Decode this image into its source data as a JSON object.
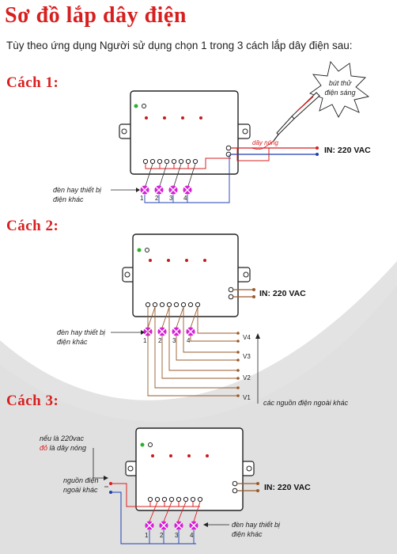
{
  "title": "Sơ đồ lắp dây điện",
  "subtitle": "Tùy theo ứng dụng Người sử dụng chọn 1 trong 3 cách lắp dây điện sau:",
  "method1": {
    "heading": "Cách 1:",
    "tester_label_1": "bút thử",
    "tester_label_2": "điện sáng",
    "live_wire_label": "dây nóng",
    "input_label": "IN: 220 VAC",
    "device_label_1": "đèn hay thiết bị",
    "device_label_2": "điện khác",
    "terminals": [
      "1",
      "2",
      "3",
      "4"
    ]
  },
  "method2": {
    "heading": "Cách 2:",
    "input_label": "IN: 220 VAC",
    "device_label_1": "đèn hay thiết bị",
    "device_label_2": "điện khác",
    "terminals": [
      "1",
      "2",
      "3",
      "4"
    ],
    "voltages": [
      "V4",
      "V3",
      "V2",
      "V1"
    ],
    "external_sources_label": "các nguồn điện ngoài khác"
  },
  "method3": {
    "heading": "Cách 3:",
    "note_1": "nếu là 220vac",
    "note_2_red": "đỏ",
    "note_2_rest": " là dây nóng",
    "external_label_1": "nguồn điện",
    "external_label_2": "ngoài khác",
    "input_label": "IN: 220 VAC",
    "device_label_1": "đèn hay thiết bị",
    "device_label_2": "điện khác",
    "terminals": [
      "1",
      "2",
      "3",
      "4"
    ]
  },
  "colors": {
    "accent": "#d81f1f",
    "wire_red": "#d81f1f",
    "wire_blue": "#1f3fb5",
    "wire_brown": "#9a5a2a",
    "lamp": "#d61fd6"
  }
}
